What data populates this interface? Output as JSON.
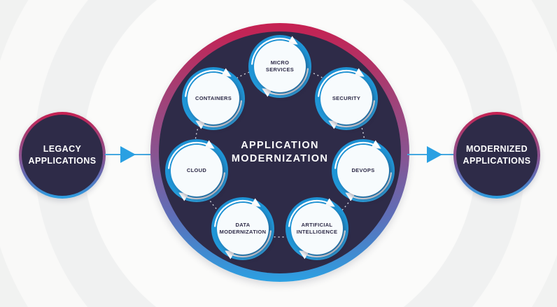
{
  "colors": {
    "ring_red": "#c62051",
    "ring_red_mid": "#a43f74",
    "ring_purple": "#8a5390",
    "ring_blue_mid": "#5d6fb9",
    "ring_blue": "#2ba0e2",
    "node_fill": "#2e2b48",
    "node_text": "#ffffff",
    "title_text": "#ffffff",
    "satellite_ring": "#2097d8",
    "satellite_fill": "#f7fbfd",
    "satellite_text": "#2e2b48",
    "arrow_blue": "#2aa0e2",
    "connector_line": "#45a8e0",
    "dotted_line": "#e4e8f0",
    "arc_arrow": "#ffffff"
  },
  "flow": {
    "source": {
      "lines": [
        "LEGACY",
        "APPLICATIONS"
      ]
    },
    "target": {
      "lines": [
        "MODERNIZED",
        "APPLICATIONS"
      ]
    }
  },
  "hub": {
    "title_lines": [
      "APPLICATION",
      "MODERNIZATION"
    ],
    "satellites": [
      {
        "id": "micro-services",
        "lines": [
          "MICRO",
          "SERVICES"
        ]
      },
      {
        "id": "security",
        "lines": [
          "SECURITY"
        ]
      },
      {
        "id": "devops",
        "lines": [
          "DEVOPS"
        ]
      },
      {
        "id": "artificial-intelligence",
        "lines": [
          "ARTIFICIAL",
          "INTELLIGENCE"
        ]
      },
      {
        "id": "data-modernization",
        "lines": [
          "DATA",
          "MODERNIZATION"
        ]
      },
      {
        "id": "cloud",
        "lines": [
          "CLOUD"
        ]
      },
      {
        "id": "containers",
        "lines": [
          "CONTAINERS"
        ]
      }
    ]
  }
}
